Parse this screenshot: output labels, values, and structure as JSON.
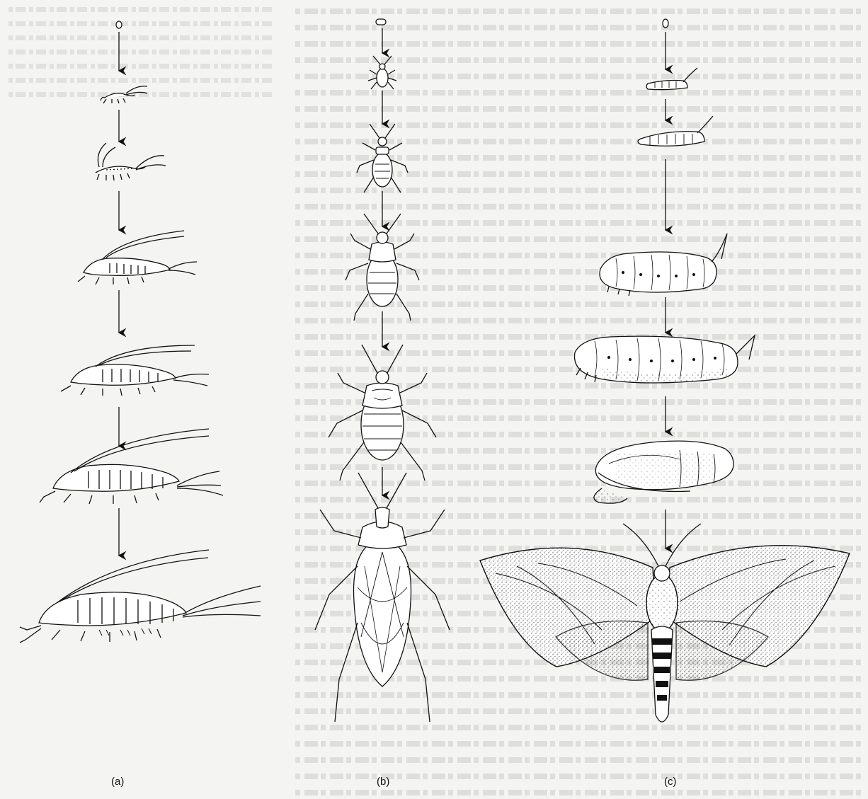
{
  "labels": {
    "a": "(a)",
    "b": "(b)",
    "c": "(c)"
  },
  "colors": {
    "ink": "#111111",
    "paper": "#f4f5f2",
    "stipple": "#333333"
  },
  "icons": {
    "arrow": "down-arrow-icon",
    "egg": "egg-icon"
  }
}
